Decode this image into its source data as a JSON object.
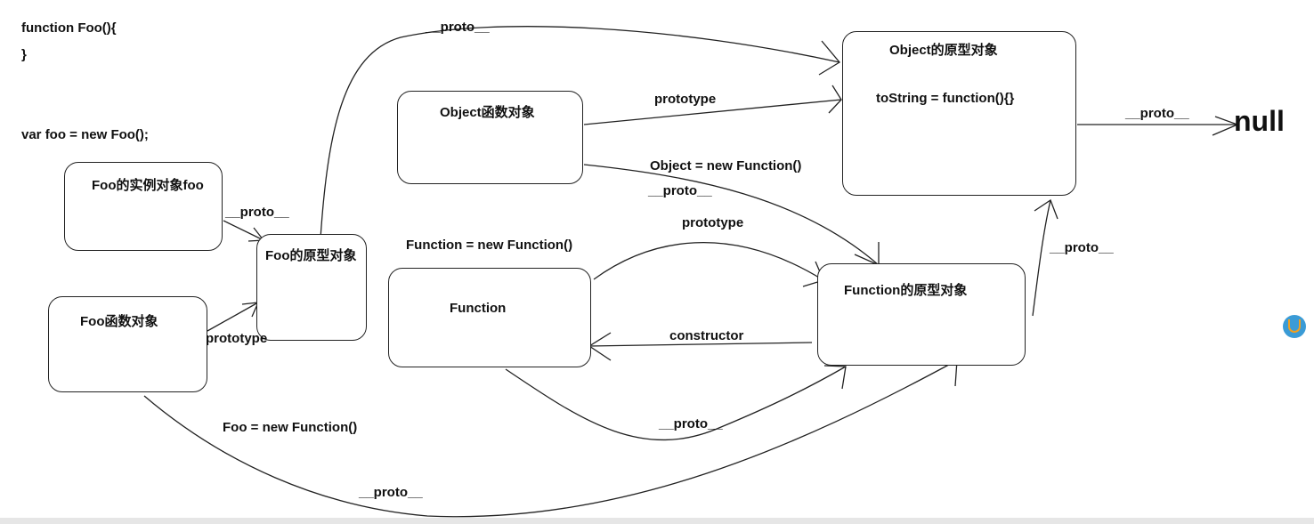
{
  "code": {
    "line1": "function Foo(){",
    "line2": "}",
    "line3": "var foo = new Foo();"
  },
  "boxes": {
    "foo_instance": "Foo的实例对象foo",
    "foo_function": "Foo函数对象",
    "foo_prototype": "Foo的原型对象",
    "object_function": "Object函数对象",
    "function_object": "Function",
    "object_prototype_title": "Object的原型对象",
    "object_prototype_method": "toString = function(){}",
    "function_prototype": "Function的原型对象"
  },
  "labels": {
    "proto_foo_instance": "__proto__",
    "prototype_foo": "prototype",
    "proto_foo_prototype_top": "__proto__",
    "prototype_object": "prototype",
    "object_new_function": "Object = new Function()",
    "proto_object_function": "__proto__",
    "function_new_function": "Function = new Function()",
    "prototype_function": "prototype",
    "constructor": "constructor",
    "proto_function_bottom": "__proto__",
    "foo_new_function": "Foo = new Function()",
    "proto_foo_bottom": "__proto__",
    "proto_function_prototype": "__proto__",
    "proto_object_prototype": "__proto__"
  },
  "null_label": "null",
  "colors": {
    "line": "#222222",
    "background": "#ffffff",
    "side_icon": "#3a9bd6"
  }
}
